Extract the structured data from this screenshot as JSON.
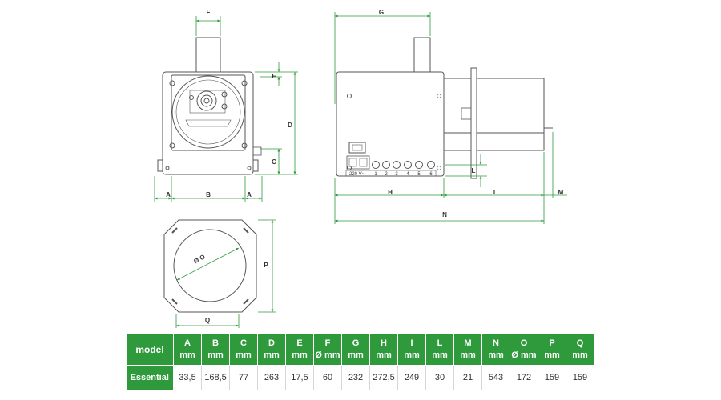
{
  "diagram": {
    "dimension_labels": [
      "A",
      "B",
      "C",
      "D",
      "E",
      "F",
      "G",
      "H",
      "I",
      "L",
      "M",
      "N",
      "O",
      "P",
      "Q"
    ],
    "front_labels": {
      "a_left": "A",
      "b": "B",
      "a_right": "A",
      "c": "C",
      "d": "D",
      "e": "E",
      "f": "F"
    },
    "side_labels": {
      "g": "G",
      "h": "H",
      "i": "I",
      "l": "L",
      "m": "M",
      "n": "N"
    },
    "flange_labels": {
      "o": "Ø O",
      "p": "P",
      "q": "Q"
    },
    "panel_text": {
      "voltage": "220 V~",
      "ports": [
        "1",
        "2",
        "3",
        "4",
        "5",
        "6"
      ]
    }
  },
  "table": {
    "model_header": "model",
    "columns": [
      {
        "letter": "A",
        "unit": "mm"
      },
      {
        "letter": "B",
        "unit": "mm"
      },
      {
        "letter": "C",
        "unit": "mm"
      },
      {
        "letter": "D",
        "unit": "mm"
      },
      {
        "letter": "E",
        "unit": "mm"
      },
      {
        "letter": "F",
        "unit": "Ø mm"
      },
      {
        "letter": "G",
        "unit": "mm"
      },
      {
        "letter": "H",
        "unit": "mm"
      },
      {
        "letter": "I",
        "unit": "mm"
      },
      {
        "letter": "L",
        "unit": "mm"
      },
      {
        "letter": "M",
        "unit": "mm"
      },
      {
        "letter": "N",
        "unit": "mm"
      },
      {
        "letter": "O",
        "unit": "Ø mm"
      },
      {
        "letter": "P",
        "unit": "mm"
      },
      {
        "letter": "Q",
        "unit": "mm"
      }
    ],
    "rows": [
      {
        "model": "Essential",
        "values": [
          "33,5",
          "168,5",
          "77",
          "263",
          "17,5",
          "60",
          "232",
          "272,5",
          "249",
          "30",
          "21",
          "543",
          "172",
          "159",
          "159"
        ]
      }
    ]
  },
  "colors": {
    "accent": "#2f9a3c",
    "dimension_line": "#2f9a3c",
    "outline": "#555555"
  }
}
